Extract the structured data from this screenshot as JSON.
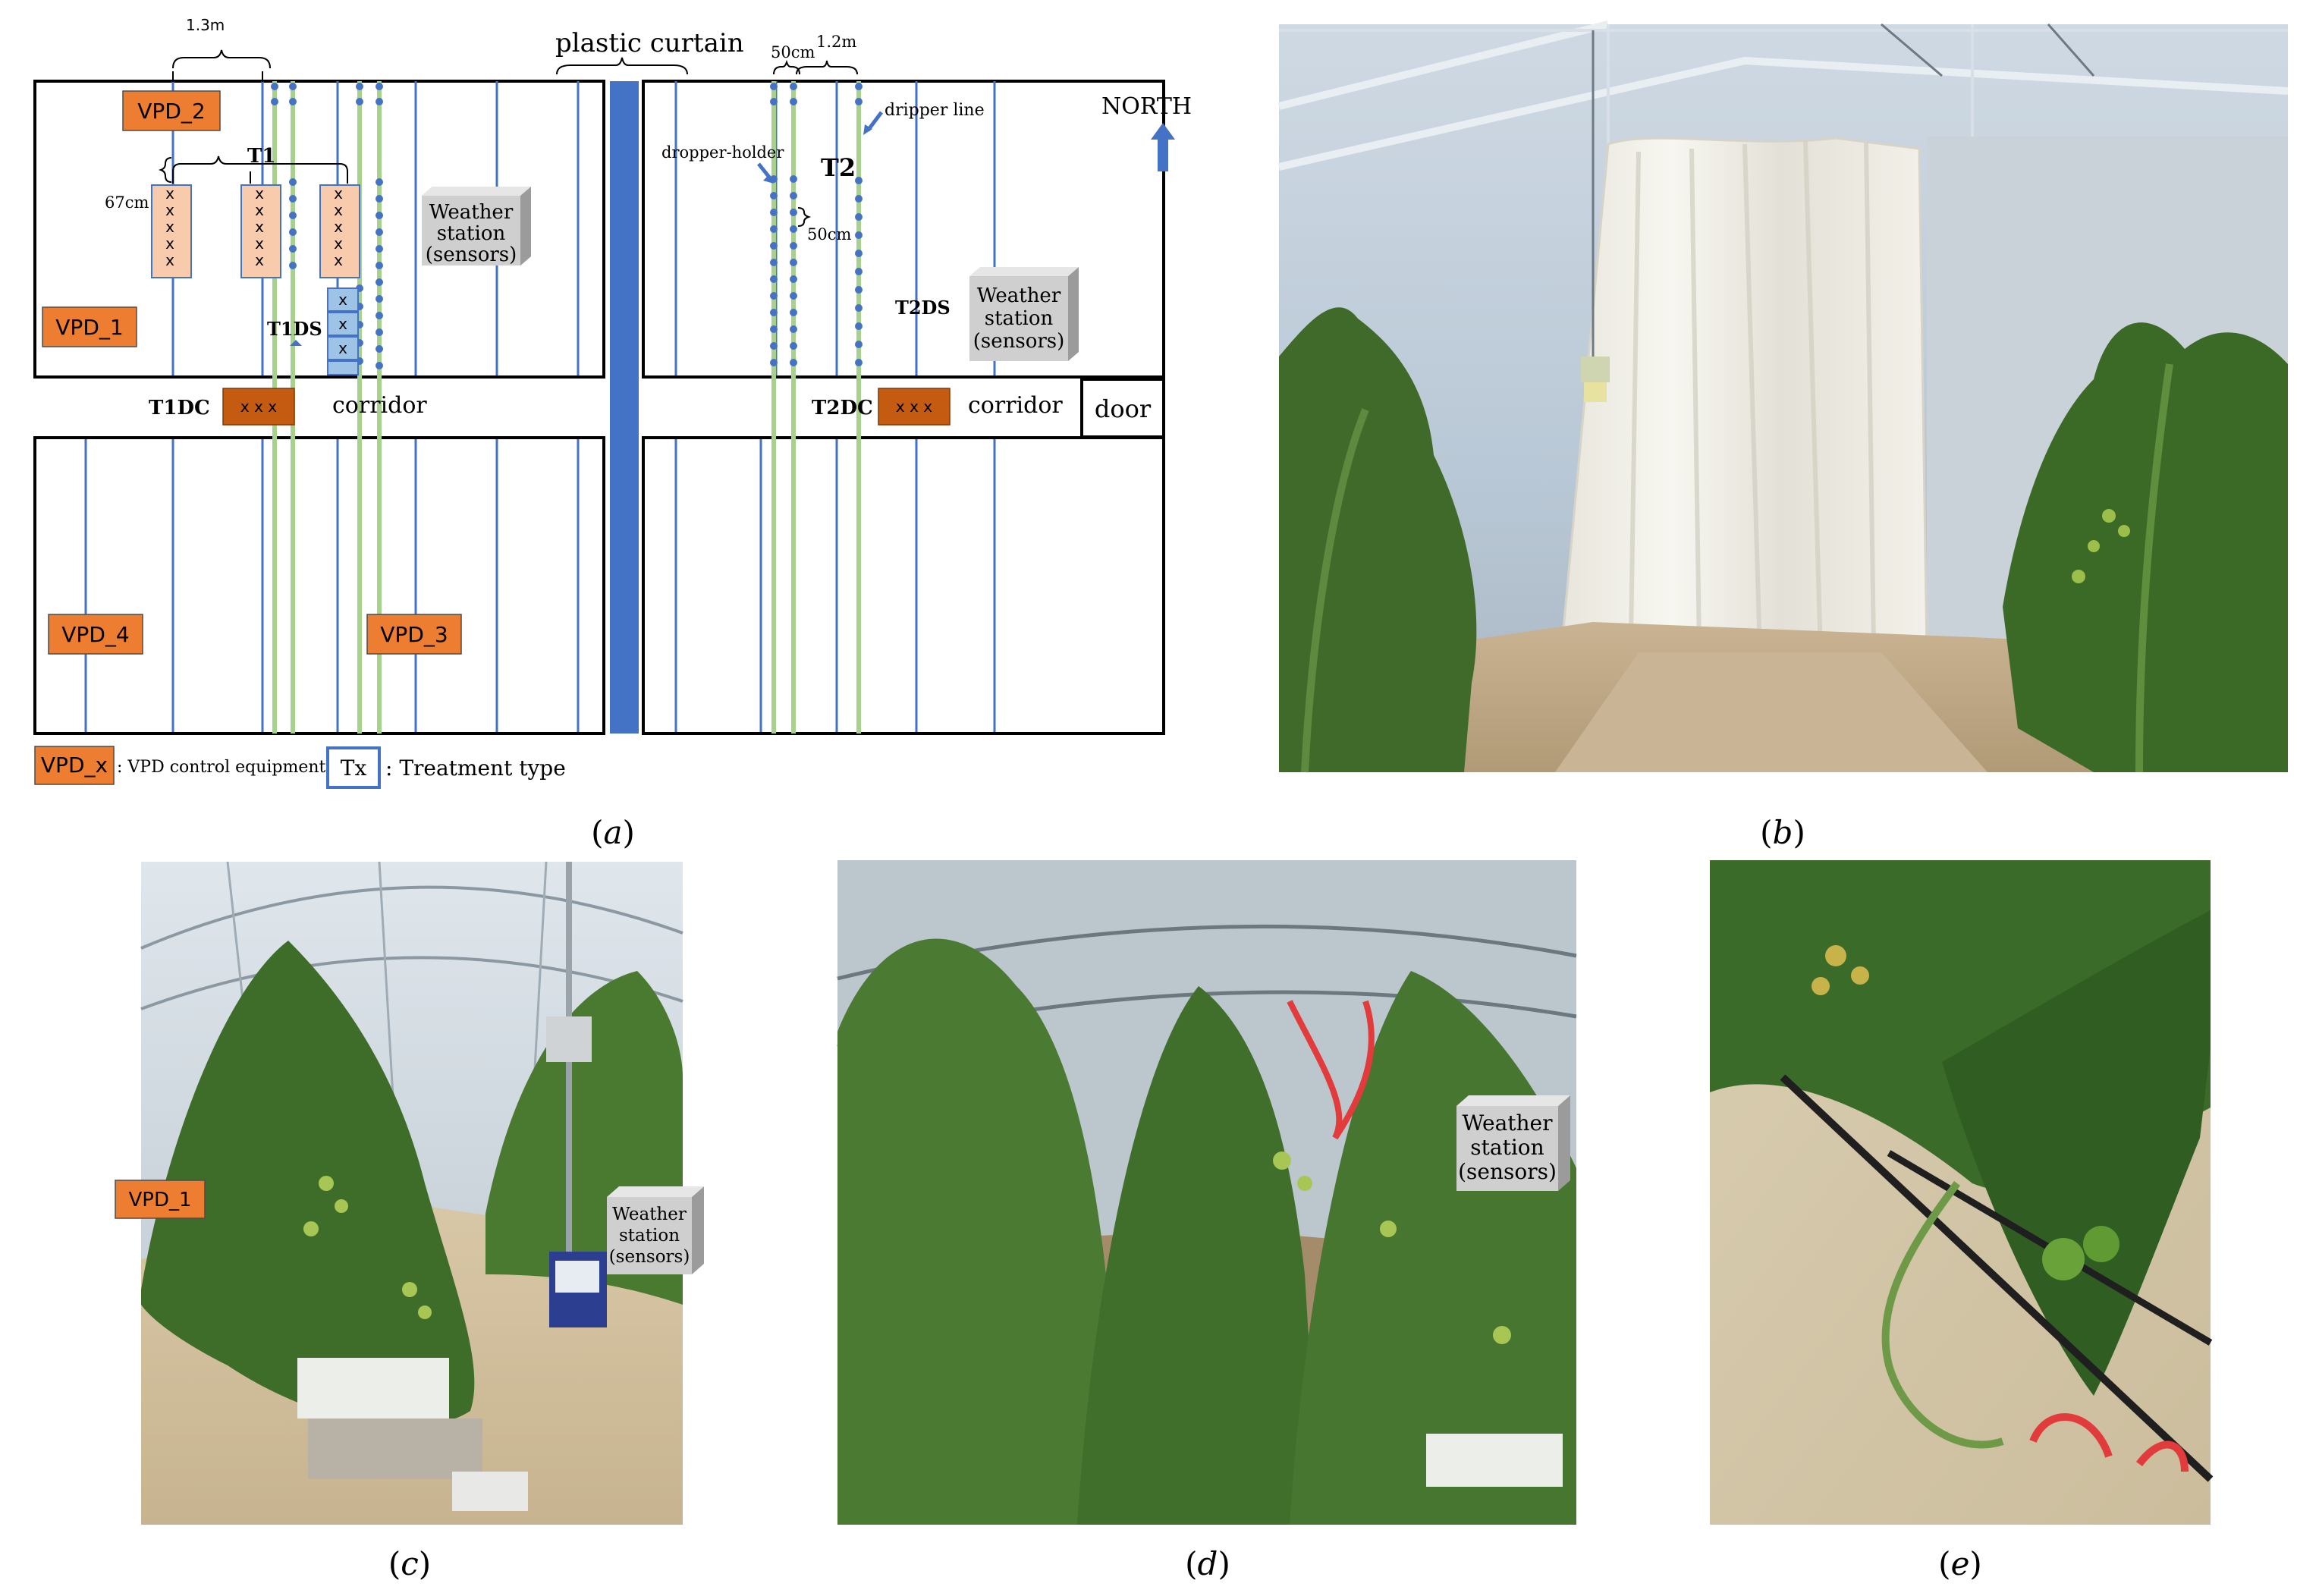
{
  "colors": {
    "orange": "#ed7d31",
    "blue": "#4472c4",
    "green": "#a9d18e",
    "salmon": "#f8cbad",
    "lightblue": "#9dc3e6",
    "brown": "#c55a11",
    "gray": "#d0d0d0"
  },
  "diagram": {
    "dim_top_left": "1.3m",
    "dim_50cm_top": "50cm",
    "dim_1_2m": "1.2m",
    "plastic_curtain": "plastic curtain",
    "north": "NORTH",
    "vpd_1": "VPD_1",
    "vpd_2": "VPD_2",
    "vpd_3": "VPD_3",
    "vpd_4": "VPD_4",
    "t1": "T1",
    "t2": "T2",
    "t1ds": "T1DS",
    "t2ds": "T2DS",
    "t1dc": "T1DC",
    "t2dc": "T2DC",
    "dim_67cm": "67cm",
    "dim_50cm_mid": "50cm",
    "dropper_holder": "dropper-holder",
    "dripper_line": "dripper line",
    "corridor_left": "corridor",
    "corridor_right": "corridor",
    "door": "door",
    "ws_left_1": "Weather",
    "ws_left_2": "station",
    "ws_left_3": "(sensors)",
    "ws_right_1": "Weather",
    "ws_right_2": "station",
    "ws_right_3": "(sensors)",
    "xxx": "x x x",
    "x": "x"
  },
  "legend": {
    "vpd_box": "VPD_x",
    "vpd_text": ": VPD control equipment",
    "tx_box": "Tx",
    "tx_text": ": Treatment type"
  },
  "photo_c": {
    "vpd_label": "VPD_1",
    "ws_1": "Weather",
    "ws_2": "station",
    "ws_3": "(sensors)"
  },
  "photo_d": {
    "ws_1": "Weather",
    "ws_2": "station",
    "ws_3": "(sensors)"
  },
  "captions": {
    "a": "a",
    "b": "b",
    "c": "c",
    "d": "d",
    "e": "e"
  }
}
